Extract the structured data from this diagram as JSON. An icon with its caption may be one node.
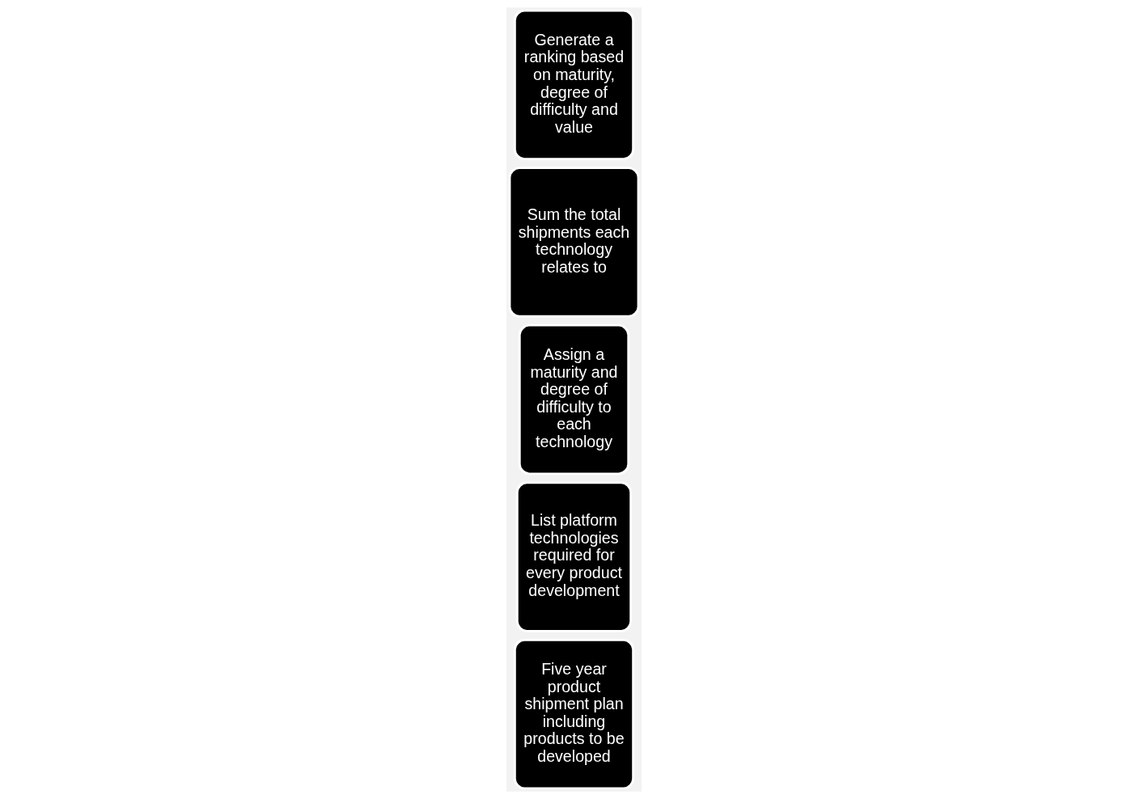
{
  "diagram": {
    "nodes": [
      {
        "text": [
          "Five year product shipment plan including products to be developed"
        ]
      },
      {
        "text": [
          "List platform technologies required for every product development"
        ]
      },
      {
        "text": [
          "Assign a maturity and degree of difficulty to each technology"
        ]
      },
      {
        "text": [
          "Sum the total shipments each technology relates to"
        ]
      },
      {
        "text": [
          "Generate a ranking based on maturity, degree of difficulty and value"
        ]
      }
    ],
    "edges": []
  }
}
